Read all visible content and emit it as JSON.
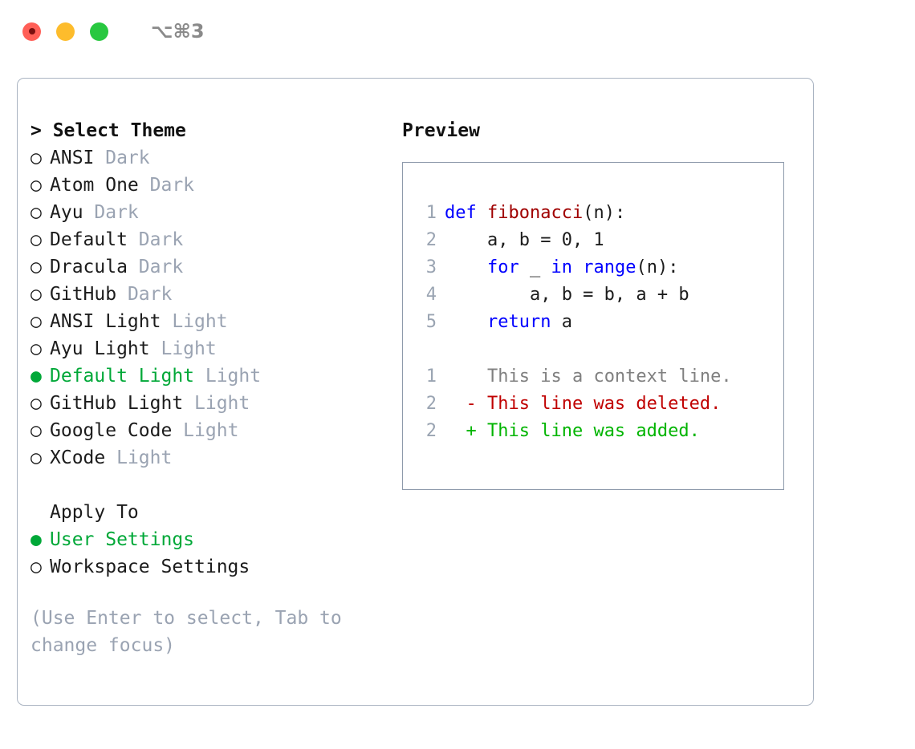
{
  "titlebar": {
    "lights": [
      {
        "name": "close-button",
        "color": "#ff5f57"
      },
      {
        "name": "minimize-button",
        "color": "#fdbc2c"
      },
      {
        "name": "maximize-button",
        "color": "#28c840"
      }
    ],
    "shortcut": "⌥⌘3"
  },
  "theme_list": {
    "header": "> Select Theme",
    "items": [
      {
        "bullet": "○",
        "name": "ANSI",
        "suffix": "Dark",
        "selected": false
      },
      {
        "bullet": "○",
        "name": "Atom One",
        "suffix": "Dark",
        "selected": false
      },
      {
        "bullet": "○",
        "name": "Ayu",
        "suffix": "Dark",
        "selected": false
      },
      {
        "bullet": "○",
        "name": "Default",
        "suffix": "Dark",
        "selected": false
      },
      {
        "bullet": "○",
        "name": "Dracula",
        "suffix": "Dark",
        "selected": false
      },
      {
        "bullet": "○",
        "name": "GitHub",
        "suffix": "Dark",
        "selected": false
      },
      {
        "bullet": "○",
        "name": "ANSI Light",
        "suffix": "Light",
        "selected": false
      },
      {
        "bullet": "○",
        "name": "Ayu Light",
        "suffix": "Light",
        "selected": false
      },
      {
        "bullet": "●",
        "name": "Default Light",
        "suffix": "Light",
        "selected": true
      },
      {
        "bullet": "○",
        "name": "GitHub Light",
        "suffix": "Light",
        "selected": false
      },
      {
        "bullet": "○",
        "name": "Google Code",
        "suffix": "Light",
        "selected": false
      },
      {
        "bullet": "○",
        "name": "XCode",
        "suffix": "Light",
        "selected": false
      }
    ]
  },
  "apply_to": {
    "header": "Apply To",
    "items": [
      {
        "bullet": "●",
        "name": "User Settings",
        "selected": true
      },
      {
        "bullet": "○",
        "name": "Workspace Settings",
        "selected": false
      }
    ]
  },
  "hint": "(Use Enter to select, Tab to change focus)",
  "preview": {
    "title": "Preview",
    "code_lines": [
      {
        "no": "1",
        "tokens": [
          {
            "t": "def",
            "c": "kw"
          },
          {
            "t": " ",
            "c": "plain"
          },
          {
            "t": "fibonacci",
            "c": "fn"
          },
          {
            "t": "(n):",
            "c": "plain"
          }
        ]
      },
      {
        "no": "2",
        "tokens": [
          {
            "t": "    a, b = 0, 1",
            "c": "plain"
          }
        ]
      },
      {
        "no": "3",
        "tokens": [
          {
            "t": "    ",
            "c": "plain"
          },
          {
            "t": "for",
            "c": "kw"
          },
          {
            "t": " _ ",
            "c": "plain"
          },
          {
            "t": "in",
            "c": "kw"
          },
          {
            "t": " ",
            "c": "plain"
          },
          {
            "t": "range",
            "c": "kw"
          },
          {
            "t": "(n):",
            "c": "plain"
          }
        ]
      },
      {
        "no": "4",
        "tokens": [
          {
            "t": "        a, b = b, a + b",
            "c": "plain"
          }
        ]
      },
      {
        "no": "5",
        "tokens": [
          {
            "t": "    ",
            "c": "plain"
          },
          {
            "t": "return",
            "c": "kw"
          },
          {
            "t": " a",
            "c": "plain"
          }
        ]
      }
    ],
    "diff_lines": [
      {
        "no": "1",
        "marker": " ",
        "text": " This is a context line.",
        "kind": "d-ctx"
      },
      {
        "no": "2",
        "marker": "-",
        "text": " This line was deleted.",
        "kind": "d-del"
      },
      {
        "no": "2",
        "marker": "+",
        "text": " This line was added.",
        "kind": "d-add"
      }
    ]
  },
  "colors": {
    "accent_green": "#00a838",
    "muted": "#9aa3b2",
    "keyword_blue": "#0000ff",
    "function_red": "#a00000",
    "diff_added": "#00b400",
    "diff_deleted": "#c00000",
    "panel_border": "#aab4c2",
    "preview_border": "#8e9aab"
  }
}
